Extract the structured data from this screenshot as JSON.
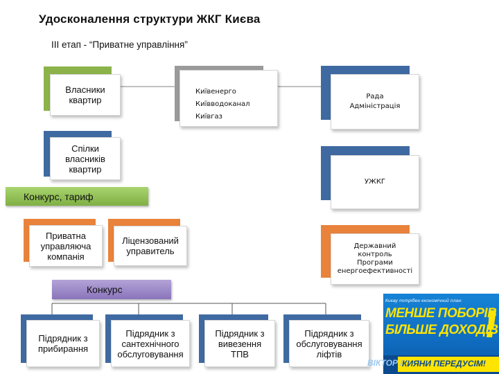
{
  "title": "Удосконалення структури ЖКГ  Києва",
  "subtitle": "ІІІ етап - “Приватне управління”",
  "boxes": {
    "owners": [
      "Власники",
      "квартир"
    ],
    "utilities": [
      "Київенерго",
      "Київводоканал",
      "Київгаз"
    ],
    "council": [
      "Рада",
      "Адміністрація"
    ],
    "unions": [
      "Спілки",
      "власників",
      "квартир"
    ],
    "uzhkg": "УЖКГ",
    "private_company": [
      "Приватна",
      "управляюча",
      "компанія"
    ],
    "licensed_manager": [
      "Ліцензований",
      "управитель"
    ],
    "state_control": [
      "Державний",
      "контроль",
      "Програми",
      "енергоефективності"
    ],
    "contractor_cleaning": [
      "Підрядник з",
      "прибирання"
    ],
    "contractor_plumbing": [
      "Підрядник з",
      "сантехнічного",
      "обслуговування"
    ],
    "contractor_waste": [
      "Підрядник з",
      "вивезення",
      "ТПВ"
    ],
    "contractor_elevators": [
      "Підрядник з",
      "обслуговування",
      "ліфтів"
    ]
  },
  "bands": {
    "tender_tariff": "Конкурс, тариф",
    "tender": "Конкурс"
  },
  "banner": {
    "slogan": "Києву потрібен економічний план:",
    "line1": "МЕНШЕ ПОБОРІВ",
    "line2": "БІЛЬШЕ ДОХОДІВ",
    "name": "ВІКТОР ПИЛИПИШИН",
    "cheer": "КИЯНИ ПЕРЕДУСІМ!"
  },
  "colors": {
    "green": "#8cb34a",
    "blue": "#3f6aa1",
    "orange": "#e9823a",
    "purple": "#7b63a4",
    "gray": "#9a9a9a",
    "band_green": "#8cbf55",
    "band_purple": "#9a87c4"
  }
}
